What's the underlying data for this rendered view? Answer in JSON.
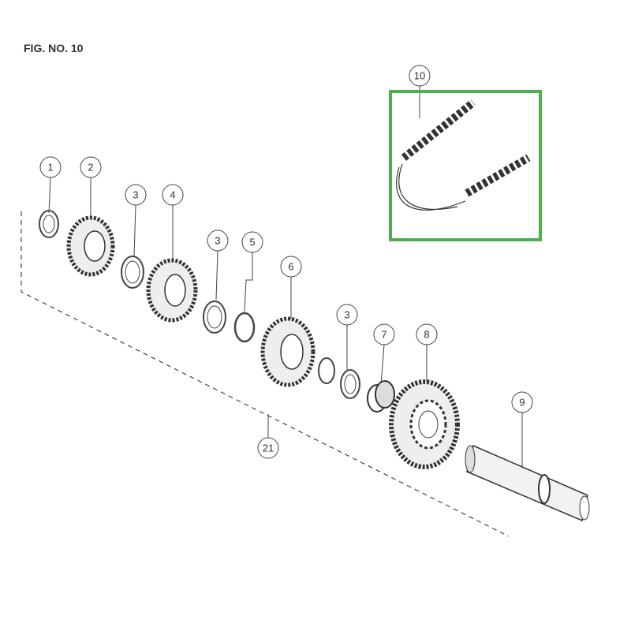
{
  "figure": {
    "title": "FIG. NO. 10"
  },
  "callouts": [
    {
      "id": "c1",
      "label": "1",
      "part": "washer"
    },
    {
      "id": "c2",
      "label": "2",
      "part": "gear"
    },
    {
      "id": "c3a",
      "label": "3",
      "part": "thrust-washer"
    },
    {
      "id": "c4",
      "label": "4",
      "part": "gear"
    },
    {
      "id": "c3b",
      "label": "3",
      "part": "thrust-washer"
    },
    {
      "id": "c5",
      "label": "5",
      "part": "snap-ring"
    },
    {
      "id": "c6",
      "label": "6",
      "part": "gear"
    },
    {
      "id": "c3c",
      "label": "3",
      "part": "thrust-washer"
    },
    {
      "id": "c7",
      "label": "7",
      "part": "bushing"
    },
    {
      "id": "c8",
      "label": "8",
      "part": "gear"
    },
    {
      "id": "c9",
      "label": "9",
      "part": "shaft"
    },
    {
      "id": "c21",
      "label": "21",
      "part": "assembly"
    },
    {
      "id": "c10",
      "label": "10",
      "part": "chain"
    }
  ],
  "colors": {
    "highlight": "#4caf50",
    "line": "#444444"
  }
}
